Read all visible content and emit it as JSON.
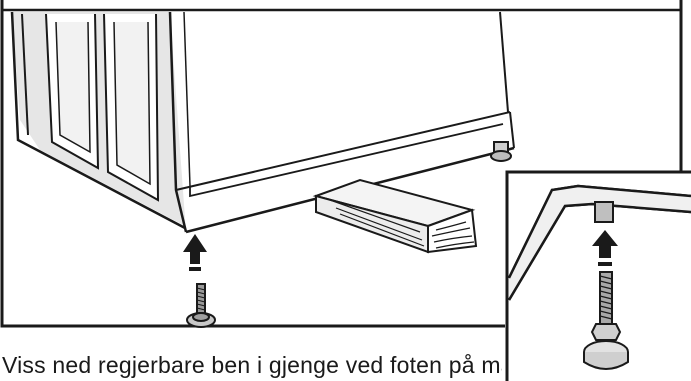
{
  "caption": {
    "text": "Viss ned regjerbare ben i gjenge ved foten på maskin"
  },
  "figure": {
    "main_scene": "washer-base-with-wooden-block-and-adjustable-foot",
    "inset": "close-up-of-foot-being-screwed-into-base",
    "colors": {
      "line": "#1a1a1a",
      "background": "#ffffff",
      "shadow": "#bdbdbd"
    }
  }
}
